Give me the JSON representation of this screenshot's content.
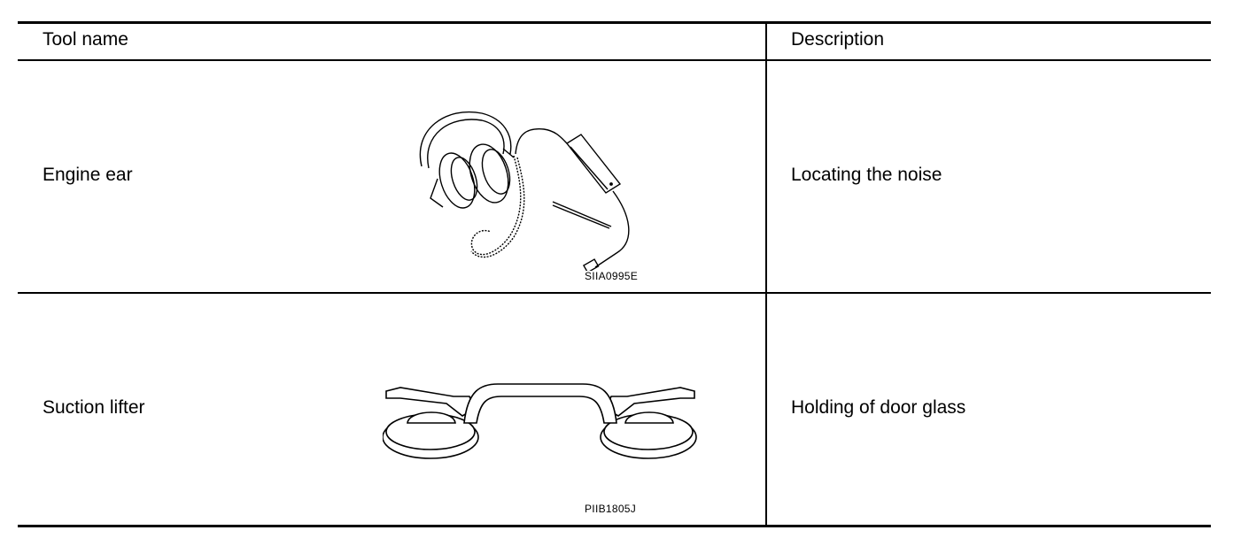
{
  "table": {
    "headers": {
      "tool": "Tool name",
      "description": "Description"
    },
    "rows": [
      {
        "tool": "Engine ear",
        "description": "Locating the noise",
        "figure_code": "SIIA0995E",
        "icon": "engine-ear-icon"
      },
      {
        "tool": "Suction lifter",
        "description": "Holding of door glass",
        "figure_code": "PIIB1805J",
        "icon": "suction-lifter-icon"
      }
    ]
  }
}
